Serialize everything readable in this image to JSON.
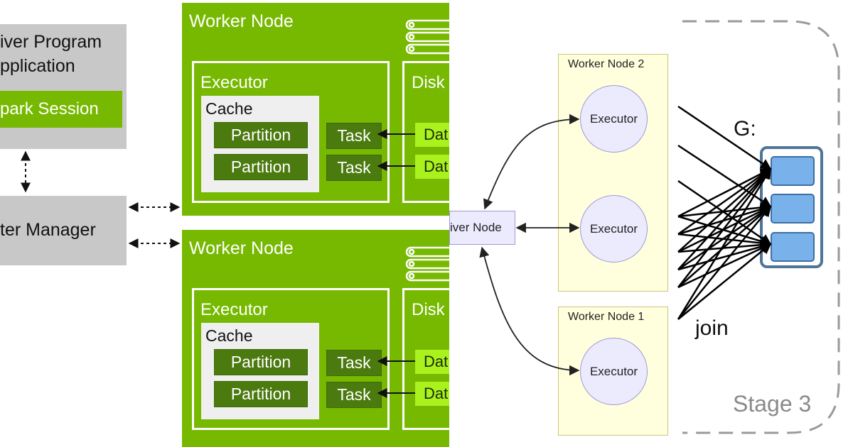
{
  "left": {
    "driver_program": {
      "line1": "iver Program",
      "line2": "pplication",
      "spark_session": "park Session"
    },
    "cluster_manager": {
      "label": "ter Manager"
    },
    "worker_nodes": [
      {
        "title": "Worker Node",
        "executor": {
          "title": "Executor",
          "cache": {
            "title": "Cache",
            "partitions": [
              "Partition",
              "Partition"
            ]
          },
          "tasks": [
            "Task",
            "Task"
          ]
        },
        "disk": {
          "title": "Disk",
          "data": [
            "Dat",
            "Dat"
          ]
        }
      },
      {
        "title": "Worker Node",
        "executor": {
          "title": "Executor",
          "cache": {
            "title": "Cache",
            "partitions": [
              "Partition",
              "Partition"
            ]
          },
          "tasks": [
            "Task",
            "Task"
          ]
        },
        "disk": {
          "title": "Disk",
          "data": [
            "Dat",
            "Dat"
          ]
        }
      }
    ]
  },
  "right": {
    "driver_node": {
      "label": "iver Node"
    },
    "worker_nodes": [
      {
        "title": "Worker Node 2",
        "executors": [
          "Executor",
          "Executor"
        ]
      },
      {
        "title": "Worker Node 1",
        "executors": [
          "Executor"
        ]
      }
    ]
  },
  "stage": {
    "label": "Stage 3",
    "g_label": "G:",
    "join_label": "join",
    "partition_count": 3
  },
  "colors": {
    "nvidia_green": "#76b900",
    "dark_green": "#4b7a0f",
    "light_green": "#a9f21d",
    "grey": "#c8c8c8",
    "lavender": "#ecebfe",
    "cream": "#ffffdd",
    "partition_blue": "#79b1ea"
  }
}
